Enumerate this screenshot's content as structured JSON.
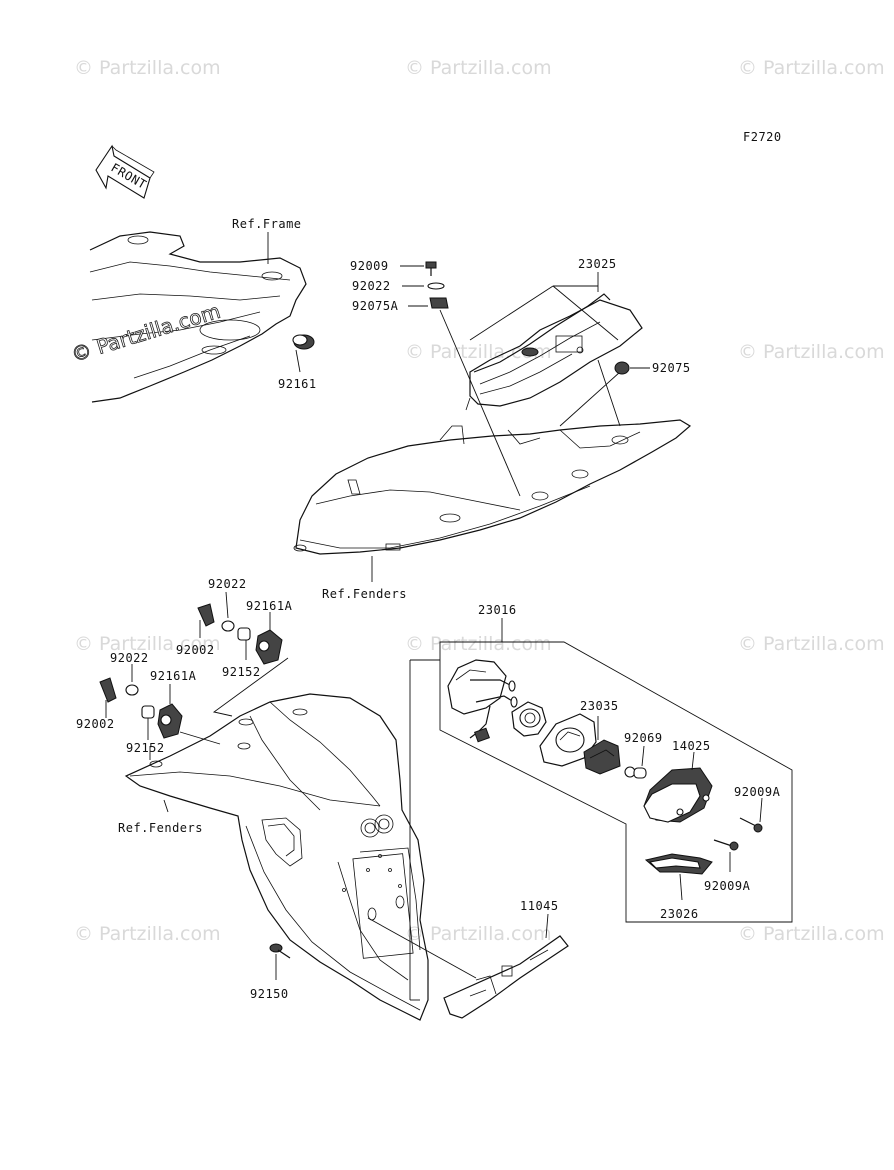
{
  "diagram_code": "F2720",
  "front_label": "FRONT",
  "watermark": "© Partzilla.com",
  "labels": {
    "ref_frame": "Ref.Frame",
    "ref_fenders_top": "Ref.Fenders",
    "ref_fenders_bottom": "Ref.Fenders",
    "p92009": "92009",
    "p92022_top": "92022",
    "p92075A": "92075A",
    "p23025": "23025",
    "p92075": "92075",
    "p92161": "92161",
    "p92022_a": "92022",
    "p92161A_a": "92161A",
    "p92002_a": "92002",
    "p92152_a": "92152",
    "p92022_b": "92022",
    "p92161A_b": "92161A",
    "p92002_b": "92002",
    "p92152_b": "92152",
    "p23016": "23016",
    "p23035": "23035",
    "p92069": "92069",
    "p14025": "14025",
    "p92009A_a": "92009A",
    "p92009A_b": "92009A",
    "p23026": "23026",
    "p11045": "11045",
    "p92150": "92150"
  }
}
